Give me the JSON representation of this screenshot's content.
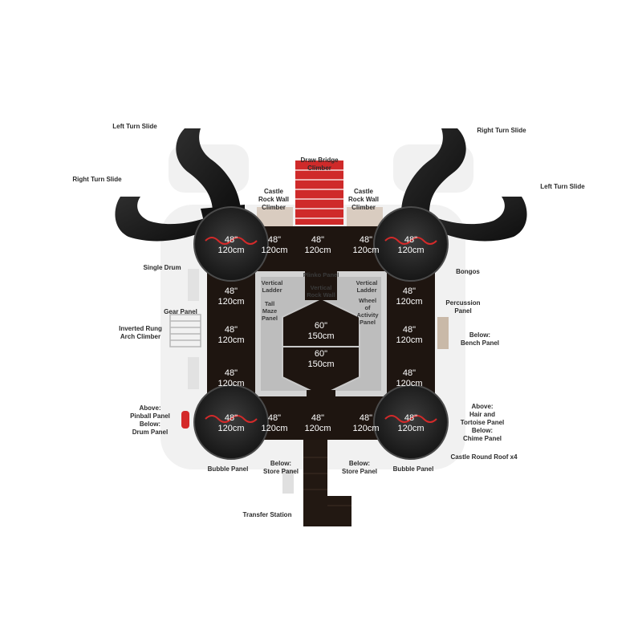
{
  "labels": {
    "left_turn_slide_top": "Left Turn Slide",
    "right_turn_slide_left": "Right Turn Slide",
    "right_turn_slide_top": "Right Turn Slide",
    "left_turn_slide_right": "Left Turn Slide",
    "draw_bridge_climber": "Draw Bridge\nClimber",
    "castle_rock_wall_left": "Castle\nRock Wall\nClimber",
    "castle_rock_wall_right": "Castle\nRock Wall\nClimber",
    "single_drum": "Single Drum",
    "bongos": "Bongos",
    "gear_panel": "Gear Panel",
    "percussion_panel": "Percussion\nPanel",
    "inverted_rung_arch_climber": "Inverted Rung\nArch Climber",
    "below_bench_panel": "Below:\nBench Panel",
    "above_pinball_below_drum": "Above:\nPinball Panel\nBelow:\nDrum Panel",
    "above_hare_below_chime": "Above:\nHair and\nTortoise Panel\nBelow:\nChime Panel",
    "bubble_panel_left": "Bubble Panel",
    "below_store_panel_left": "Below:\nStore Panel",
    "below_store_panel_right": "Below:\nStore Panel",
    "bubble_panel_right": "Bubble Panel",
    "castle_round_roof": "Castle Round Roof x4",
    "transfer_station": "Transfer Station"
  },
  "inner_labels": {
    "vertical_ladder_left": "Vertical\nLadder",
    "plinko_panel": "Plinko Panel",
    "vertical_rock_wall": "Vertical\nRock Wall",
    "vertical_ladder_right": "Vertical\nLadder",
    "tall_maze_panel": "Tall\nMaze\nPanel",
    "wheel_of_activity_panel": "Wheel\nof\nActivity\nPanel"
  },
  "dimensions": {
    "tower_tl": "48\"\n120cm",
    "tower_tr": "48\"\n120cm",
    "tower_bl": "48\"\n120cm",
    "tower_br": "48\"\n120cm",
    "top_1": "48\"\n120cm",
    "top_2": "48\"\n120cm",
    "top_3": "48\"\n120cm",
    "bottom_1": "48\"\n120cm",
    "bottom_2": "48\"\n120cm",
    "bottom_3": "48\"\n120cm",
    "left_1": "48\"\n120cm",
    "left_2": "48\"\n120cm",
    "left_3": "48\"\n120cm",
    "right_1": "48\"\n120cm",
    "right_2": "48\"\n120cm",
    "right_3": "48\"\n120cm",
    "center_upper": "60\"\n150cm",
    "center_lower": "60\"\n150cm"
  },
  "colors": {
    "deck": "#1e1510",
    "slide": "#1a1a1a",
    "accent_red": "#d42a2a",
    "roof": "#262626",
    "frame_grey": "#c9c9c9"
  }
}
